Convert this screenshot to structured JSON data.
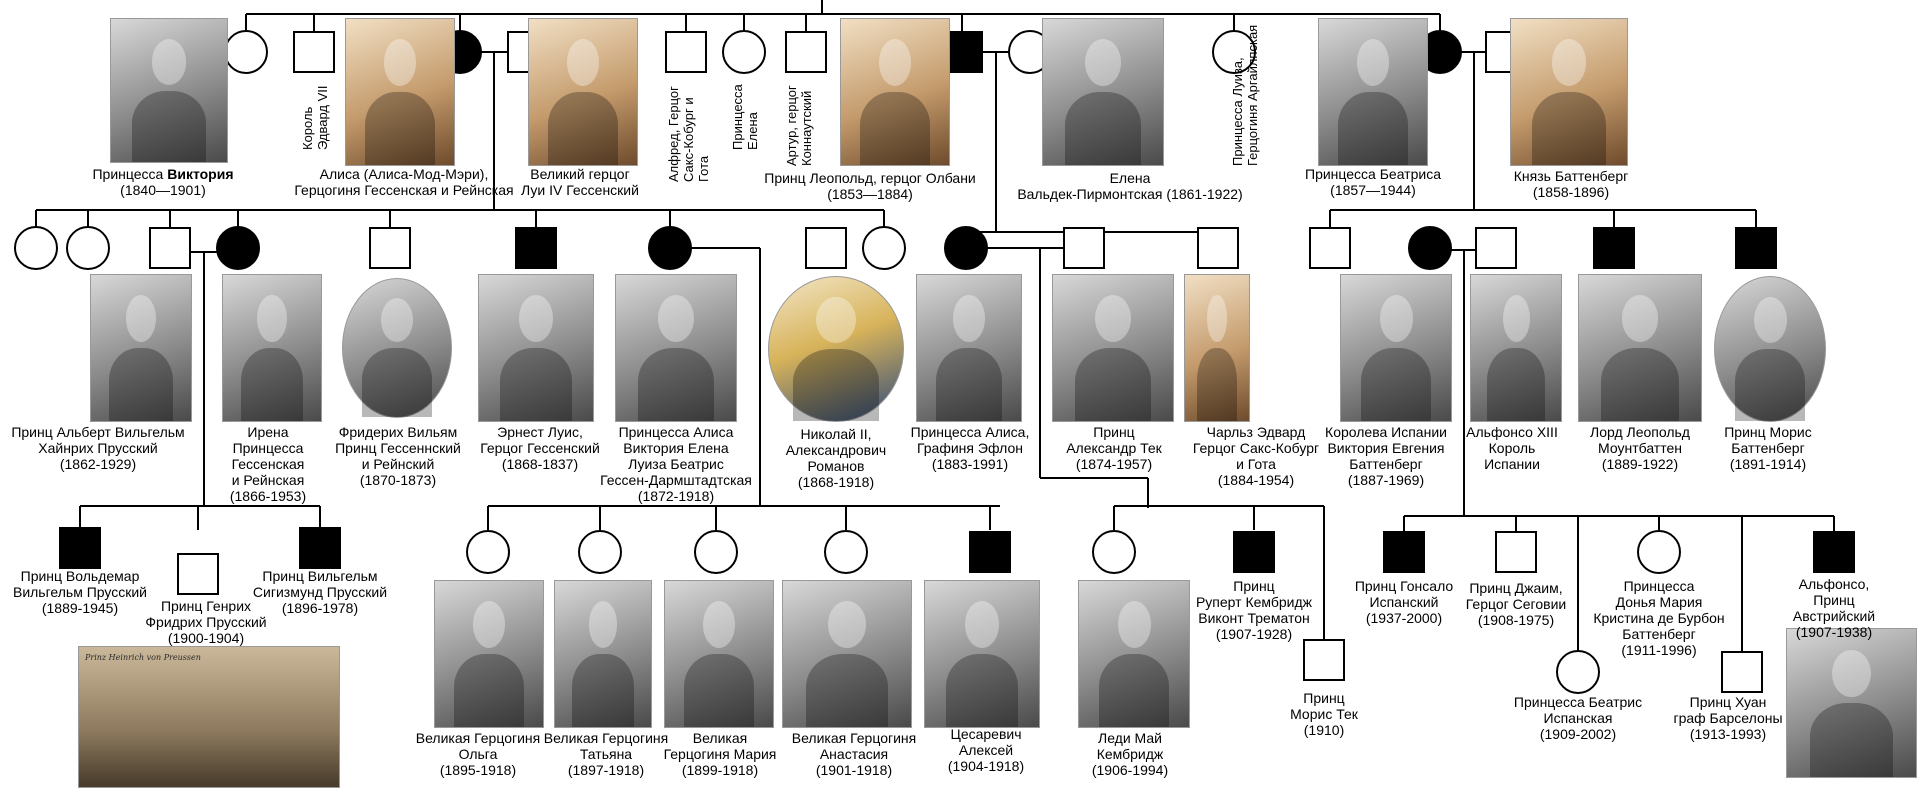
{
  "symbols": {
    "female": "circle",
    "male": "square",
    "carrier_female": "filled circle",
    "affected_male": "filled square"
  },
  "people": {
    "victoria": {
      "pre": "Принцесса ",
      "bold": "Виктория",
      "rest": "\n(1840—1901)"
    },
    "edward": "Король\nЭдвард VII",
    "alice": "Алиса (Алиса-Мод-Мэри),\nГерцогиня Гессенская и Рейнская",
    "louis_iv": "Великий герцог\nЛуи IV Гессенский",
    "alfred": "Алфред, Герцог\nСакс-Кобург и\nГота",
    "helena": "Принцесса\nЕлена",
    "arthur": "Артур, герцог\nКоннаутский",
    "leopold": "Принц Леопольд, герцог Олбани\n(1853—1884)",
    "helena_w": "Елена\nВальдек-Пирмонтская (1861-1922)",
    "louise": "Принцесса Луиза,\nГерцогиня Аргайлпская",
    "beatrice": "Принцесса Беатриса\n(1857—1944)",
    "battenberg": "Князь Баттенберг\n(1858-1896)",
    "albert_wilhelm": "Принц Альберт Вильгельм\nХайнрих Прусский\n(1862-1929)",
    "irene": "Ирена\nПринцесса\nГессенская\nи Рейнская\n(1866-1953)",
    "friedrich": "Фридерих Вильям\nПринц Гессеннский\nи Рейнский\n(1870-1873)",
    "ernst": "Эрнест Луис,\nГерцог Гессенский\n(1868-1837)",
    "alix": "Принцесса Алиса\nВиктория Елена\nЛуиза Беатрис\nГессен-Дармштадтская\n(1872-1918)",
    "nicholas": "Николай II,\nАлександрович\nРоманов\n(1868-1918)",
    "alice_athlone": "Принцесса Алиса,\nГрафиня Эфлон\n(1883-1991)",
    "alexander_teck": "Принц\nАлександр Тек\n(1874-1957)",
    "charles_edward": "Чарльз Эдвард\nГерцог Сакс-Кобург\nи Гота\n(1884-1954)",
    "ena": "Королева Испании\nВиктория Евгения\nБаттенберг\n(1887-1969)",
    "alfonso_xiii": "Альфонсо XIII\nКороль\nИспании",
    "leopold_m": "Лорд Леопольд\nМоунтбаттен\n(1889-1922)",
    "maurice_b": "Принц Морис\nБаттенберг\n(1891-1914)",
    "waldemar": "Принц Вольдемар\nВильгельм Прусский\n(1889-1945)",
    "heinrich": "Принц Генрих\nФридрих Прусский\n(1900-1904)",
    "sigismund": "Принц Вильгельм\nСигизмунд Прусский\n(1896-1978)",
    "olga": "Великая Герцогиня\nОльга\n(1895-1918)",
    "tatiana": "Великая Герцогиня\nТатьяна\n(1897-1918)",
    "maria": "Великая\nГерцогиня Мария\n(1899-1918)",
    "anastasia": "Великая Герцогиня\nАнастасия\n(1901-1918)",
    "alexei": "Цесаревич\nАлексей\n(1904-1918)",
    "may": "Леди Май\nКембридж\n(1906-1994)",
    "rupert": "Принц\nРуперт Кембридж\nВиконт Трематон\n(1907-1928)",
    "maurice_teck": "Принц\nМорис Тек\n(1910)",
    "gonzalo": "Принц Гонсало\nИспанский\n(1937-2000)",
    "jaime": "Принц Джаим,\nГерцог Сеговии\n(1908-1975)",
    "maria_cristina": "Принцесса\nДонья Мария\nКристина де Бурбон\nБаттенберг\n(1911-1996)",
    "alfonso_asturias": "Альфонсо,\nПринц Австрийский\n(1907-1938)",
    "beatriz": "Принцесса Беатрис\nИспанская\n(1909-2002)",
    "juan": "Принц Хуан\nграф Барселоны\n(1913-1993)"
  },
  "group_photo_caption": "Prinz Heinrich von Preussen"
}
